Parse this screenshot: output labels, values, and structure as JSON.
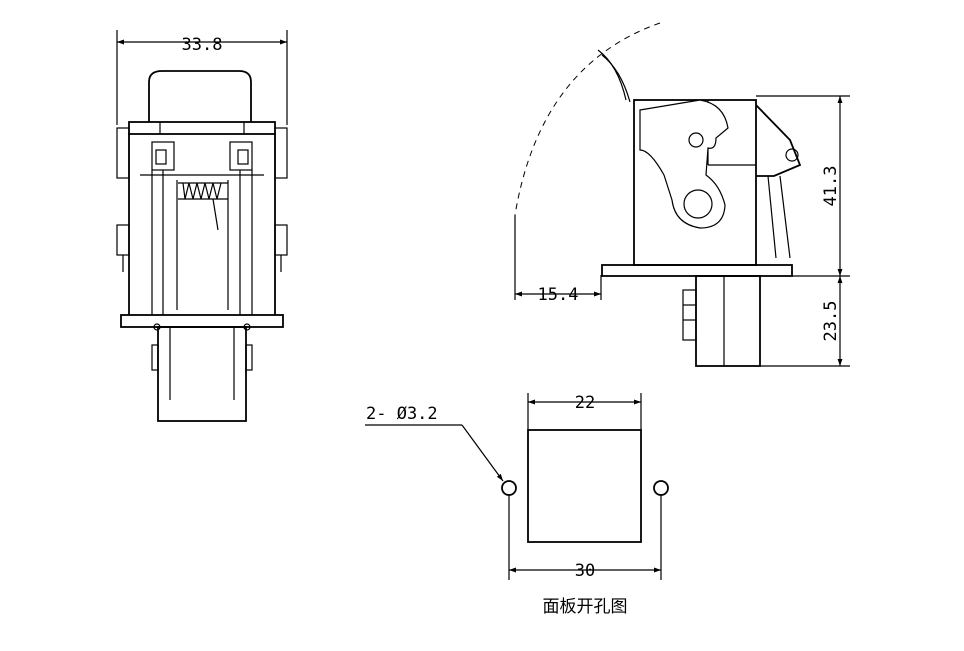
{
  "front_view": {
    "width_dim": "33.8"
  },
  "side_view": {
    "height_dim": "41.3",
    "depth_dim": "23.5",
    "swing_dim": "15.4"
  },
  "cutout": {
    "hole_callout": "2- Ø3.2",
    "square_dim": "22",
    "pitch_dim": "30",
    "caption": "面板开孔图"
  },
  "colors": {
    "line": "#000000",
    "background": "#ffffff"
  }
}
